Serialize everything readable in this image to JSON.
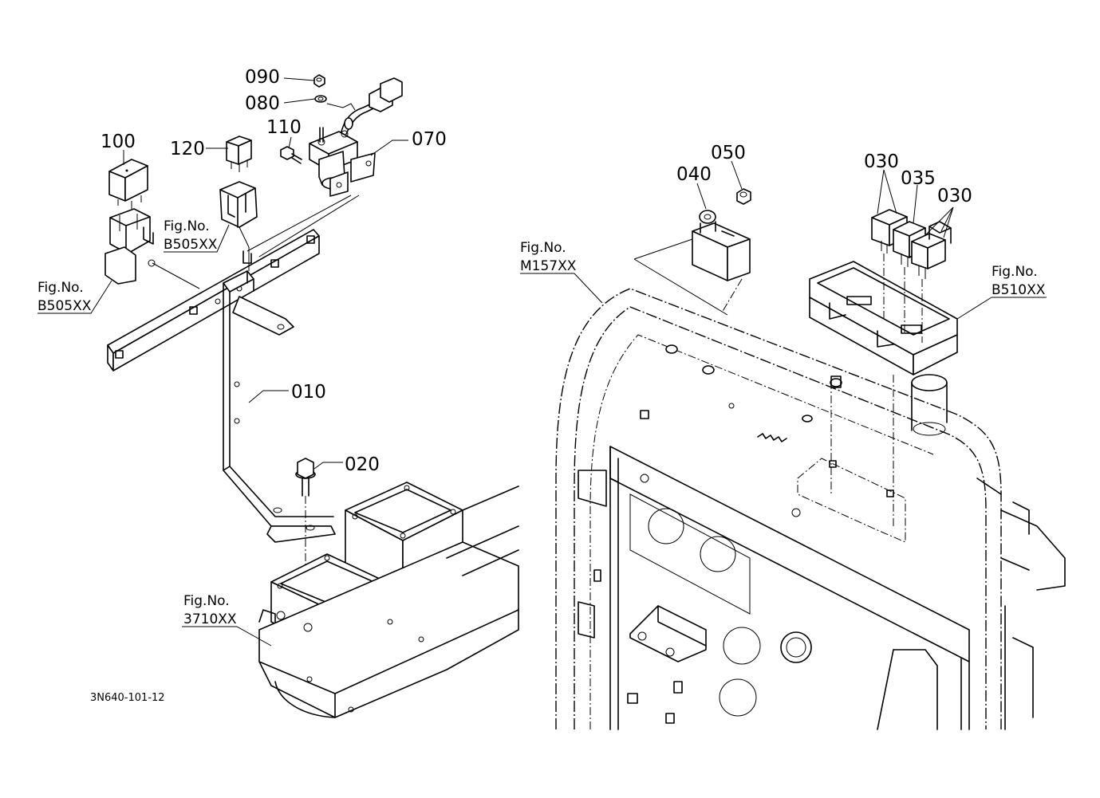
{
  "diagram_code": "3N640-101-12",
  "parts": {
    "p010": "010",
    "p020": "020",
    "p030a": "030",
    "p030b": "030",
    "p035": "035",
    "p040": "040",
    "p050": "050",
    "p070": "070",
    "p080": "080",
    "p090": "090",
    "p100": "100",
    "p110": "110",
    "p120": "120"
  },
  "references": {
    "fig_label": "Fig.No.",
    "ref_b505_left": "B505XX",
    "ref_b505_mid": "B505XX",
    "ref_3710": "3710XX",
    "ref_m157": "M157XX",
    "ref_b510": "B510XX"
  }
}
